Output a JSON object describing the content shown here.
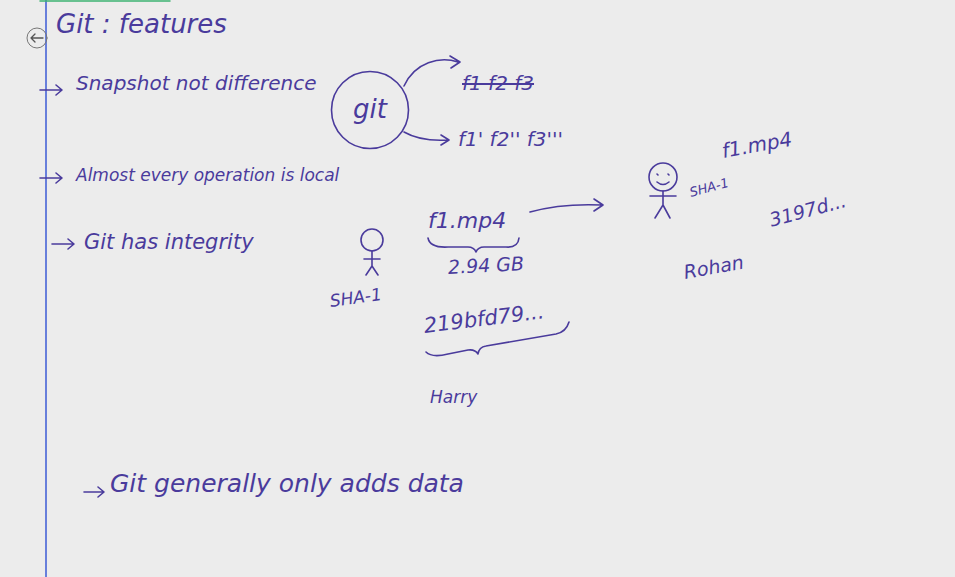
{
  "diagram": {
    "title": "Git : features",
    "nodes": [
      {
        "text": [
          "git"
        ]
      }
    ],
    "labels": [
      "Snapshot not difference",
      "f1 f2 f3",
      "f1' f2'' f3'''",
      "Almost every operation is local",
      "Git has integrity",
      "f1.mp4",
      "2.94 GB",
      "SHA-1",
      "219bfd79...",
      "Harry",
      "f1.mp4",
      "SHA-1",
      "Rohan",
      "3197d...",
      "Git generally only adds data"
    ]
  }
}
